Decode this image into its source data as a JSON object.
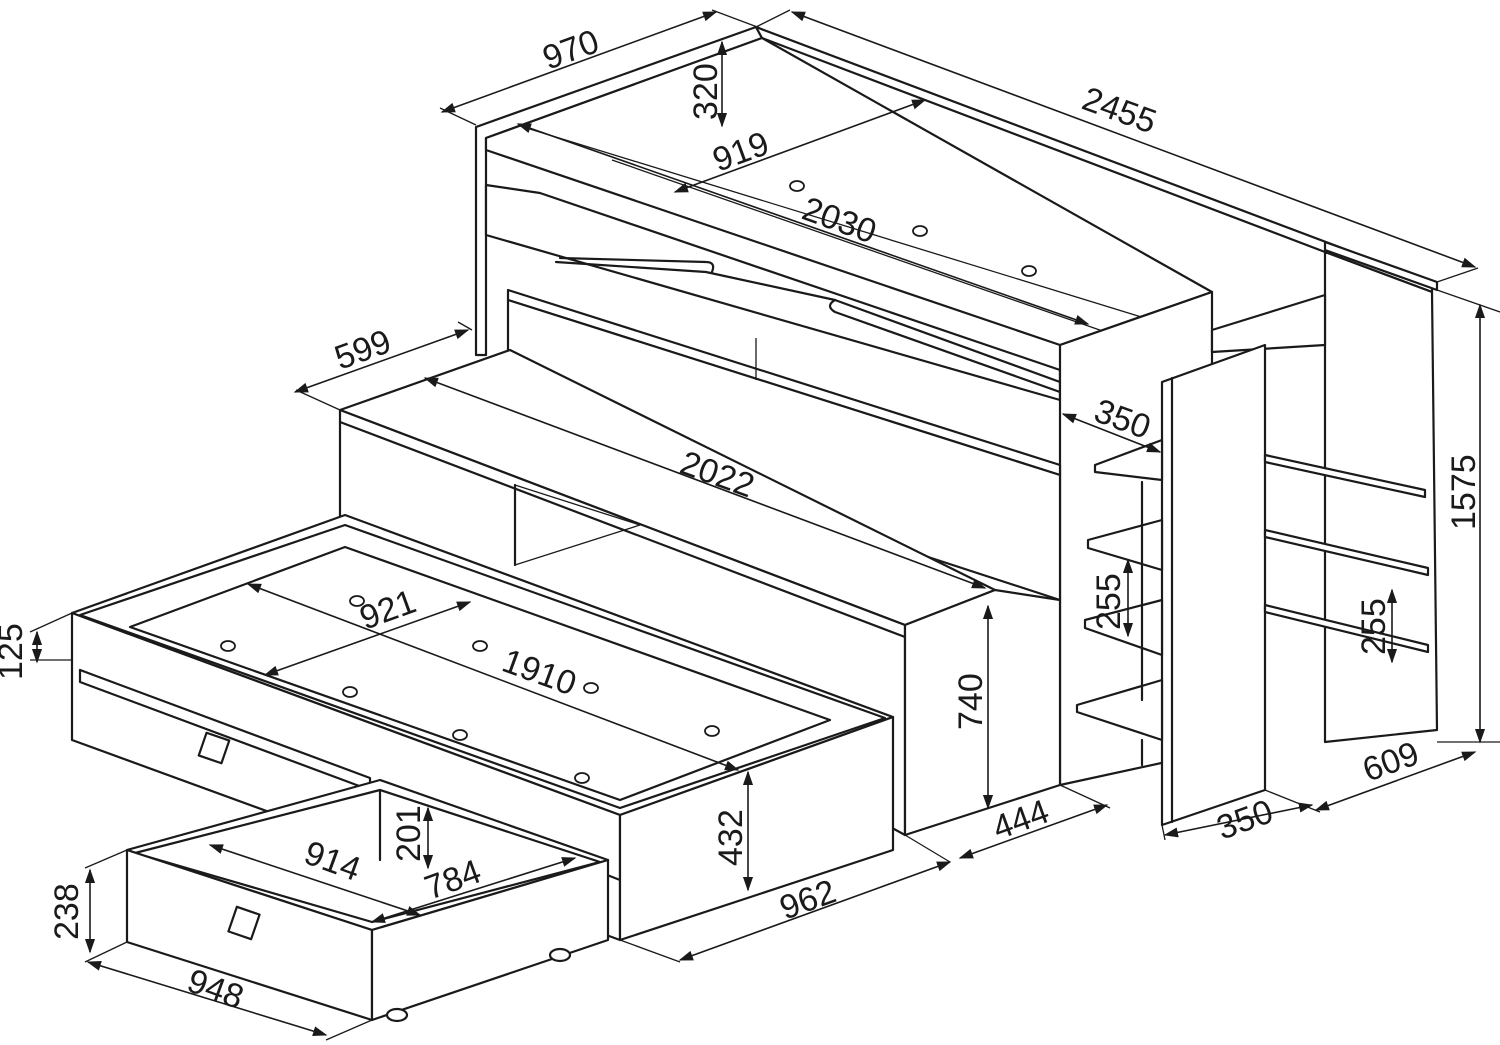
{
  "diagram": {
    "dimensions": {
      "top_width": "970",
      "rail_height": "320",
      "upper_inner_width": "919",
      "upper_length": "2030",
      "overall_length": "2455",
      "desk_depth": "599",
      "steps_width": "350",
      "overall_height": "1575",
      "desk_length": "2022",
      "trundle_inner_width": "921",
      "trundle_length": "1910",
      "top_offset": "125",
      "desk_height": "740",
      "shelf_left_spacing": "255",
      "shelf_right_spacing": "255",
      "shelf_depth": "609",
      "base_width": "350",
      "desk_side_width": "444",
      "trundle_height": "432",
      "trundle_width": "962",
      "drawer_inner_height": "201",
      "drawer_inner_width": "914",
      "drawer_inner_depth": "784",
      "drawer_height": "238",
      "drawer_width": "948"
    }
  }
}
